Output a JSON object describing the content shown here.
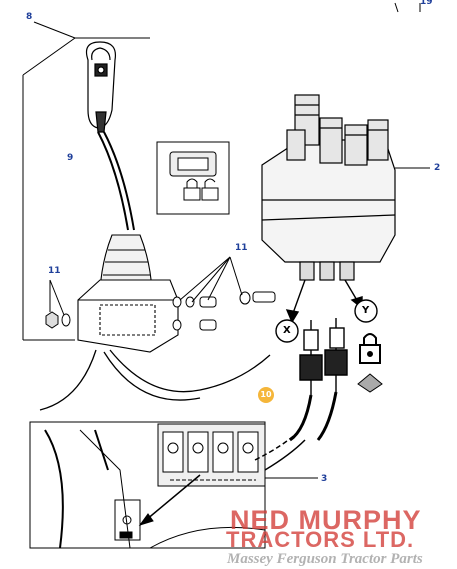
{
  "callouts": {
    "c19": "19",
    "c8": "8",
    "c9": "9",
    "c2": "2",
    "c11a": "11",
    "c11b": "11",
    "c10": "10",
    "c3": "3"
  },
  "markers": {
    "x": "X",
    "y": "Y"
  },
  "watermark": {
    "line1": "NED MURPHY",
    "line2": "TRACTORS LTD.",
    "tagline": "Massey Ferguson Tractor Parts",
    "color": "#d23c37"
  },
  "colors": {
    "callout": "#1f3f9a",
    "badge": "#f5b63a",
    "line": "#000000"
  }
}
